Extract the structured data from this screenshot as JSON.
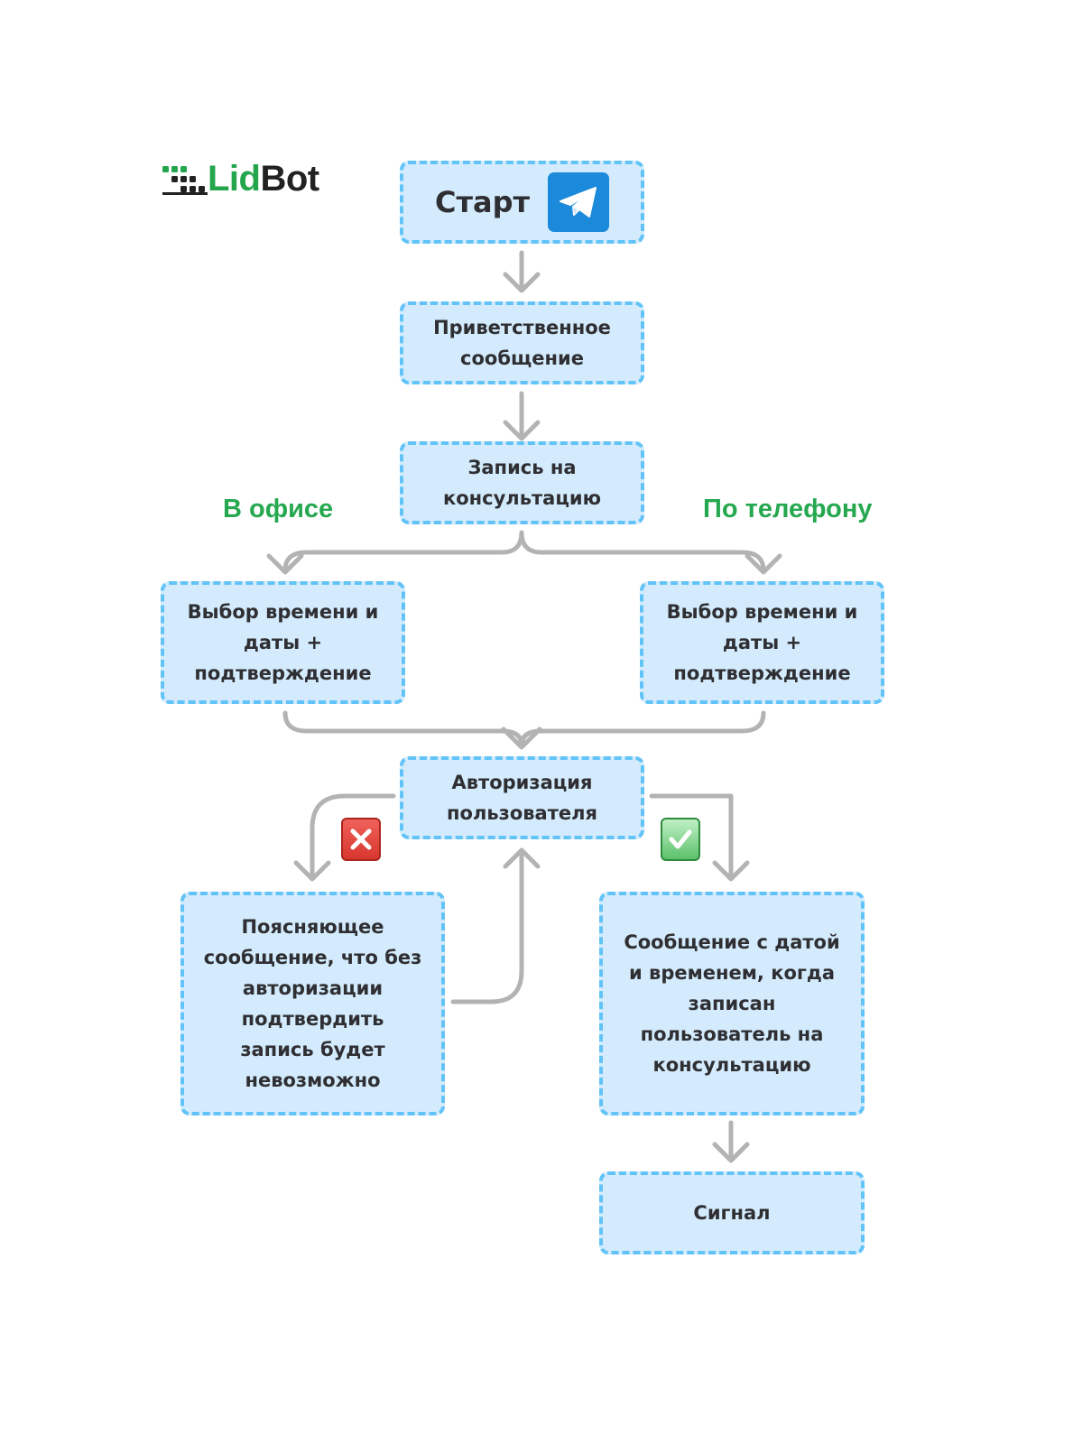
{
  "logo": {
    "text_lid": "Lid",
    "text_bot": "Bot"
  },
  "nodes": {
    "start": "Старт",
    "greeting": [
      "Приветственное",
      "сообщение"
    ],
    "booking": [
      "Запись на",
      "консультацию"
    ],
    "time_office": [
      "Выбор времени и",
      "даты +",
      "подтверждение"
    ],
    "time_phone": [
      "Выбор времени и",
      "даты +",
      "подтверждение"
    ],
    "auth": [
      "Авторизация",
      "пользователя"
    ],
    "explain": [
      "Поясняющее",
      "сообщение, что без",
      "авторизации",
      "подтвердить",
      "запись будет",
      "невозможно"
    ],
    "confirm": [
      "Сообщение с датой",
      "и временем, когда",
      "записан",
      "пользователь на",
      "консультацию"
    ],
    "signal": "Сигнал"
  },
  "branches": {
    "office": "В офисе",
    "phone": "По телефону"
  },
  "icons": {
    "start": "telegram-icon",
    "fail": "cross-mark-icon",
    "success": "check-mark-icon"
  },
  "colors": {
    "node_fill": "#d3ebfc",
    "node_border": "#61c3f7",
    "arrow": "#b3b3b3",
    "branch_label": "#25a84f",
    "telegram": "#1c8adb"
  }
}
